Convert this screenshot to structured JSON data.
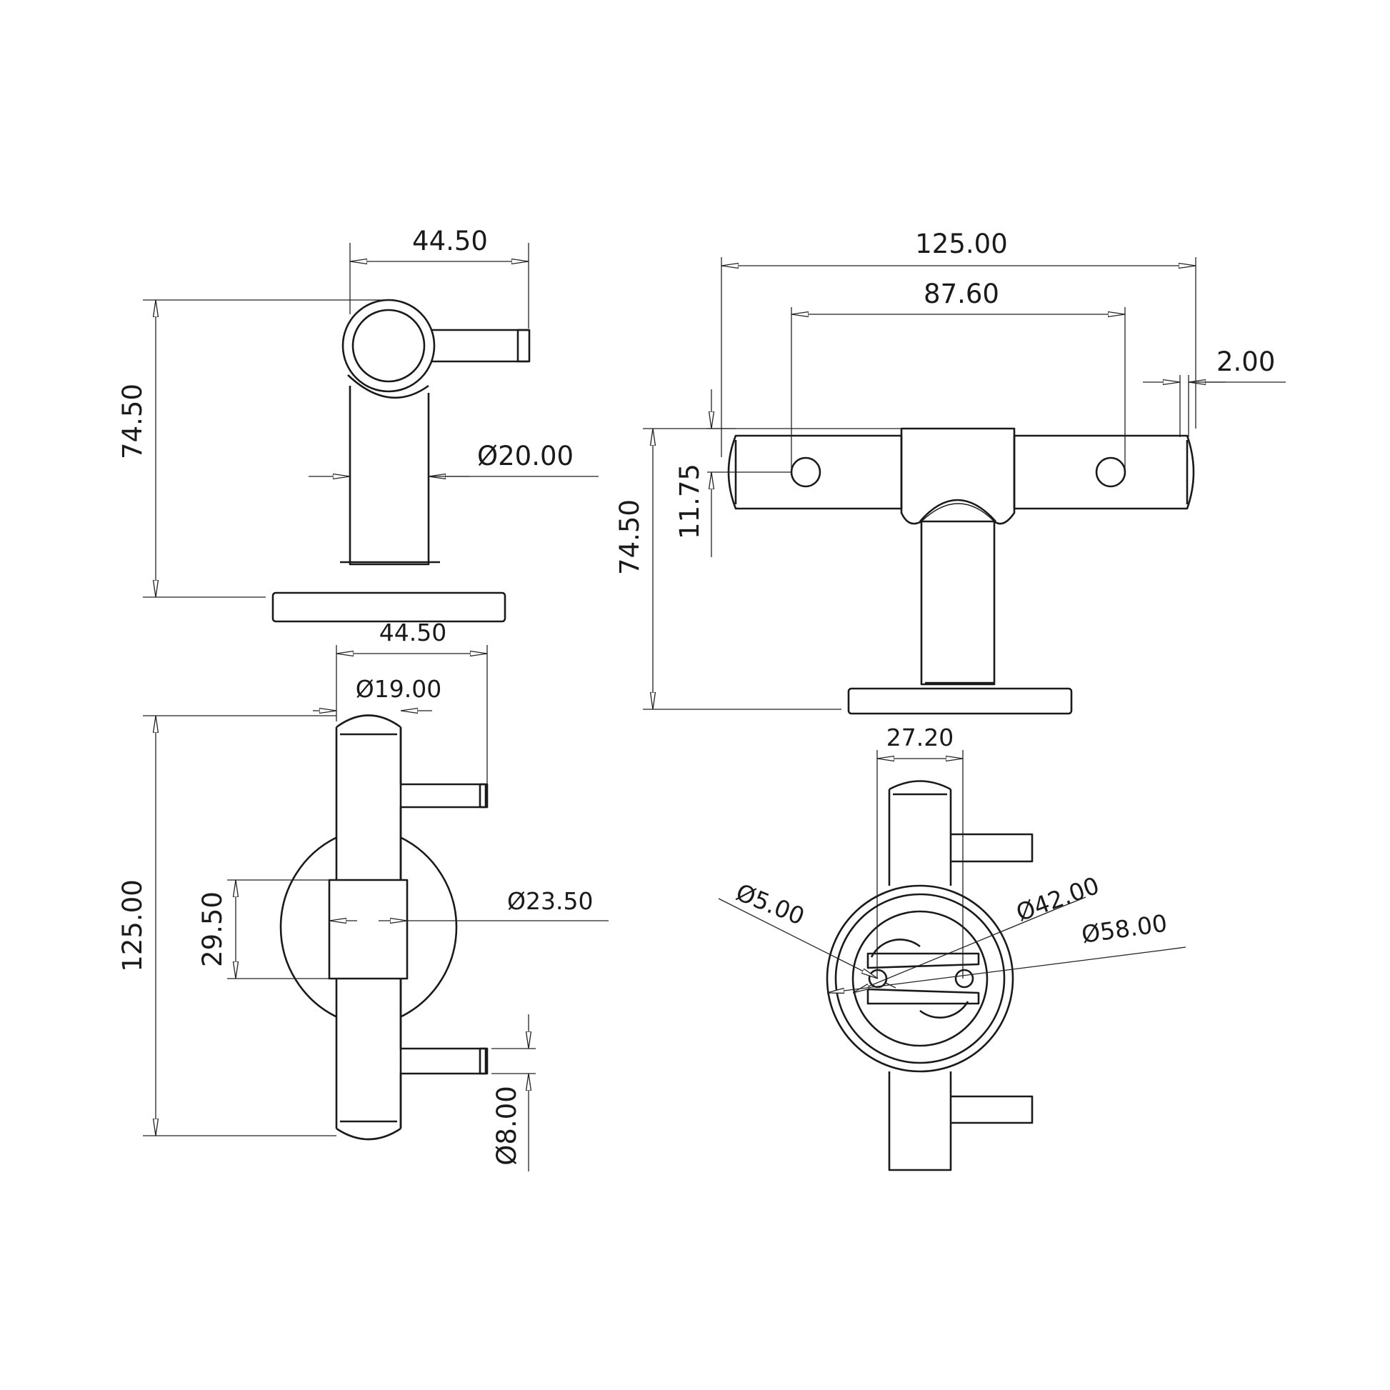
{
  "dimensions": {
    "side_width": "44.50",
    "side_height": "74.50",
    "side_tube_dia": "Ø20.00",
    "front_width": "125.00",
    "front_hole_spacing": "87.60",
    "front_chamfer": "2.00",
    "front_bar_height": "11.75",
    "front_height": "74.50",
    "top_width": "44.50",
    "top_bar_dia": "Ø19.00",
    "top_length": "125.00",
    "top_collar": "29.50",
    "top_collar_dia": "Ø23.50",
    "top_pin_dia": "Ø8.00",
    "bottom_width": "27.20",
    "bottom_hole_dia": "Ø5.00",
    "bottom_inner_dia": "Ø42.00",
    "bottom_outer_dia": "Ø58.00"
  },
  "colors": {
    "line": "#1a1a1a",
    "background": "#ffffff"
  }
}
